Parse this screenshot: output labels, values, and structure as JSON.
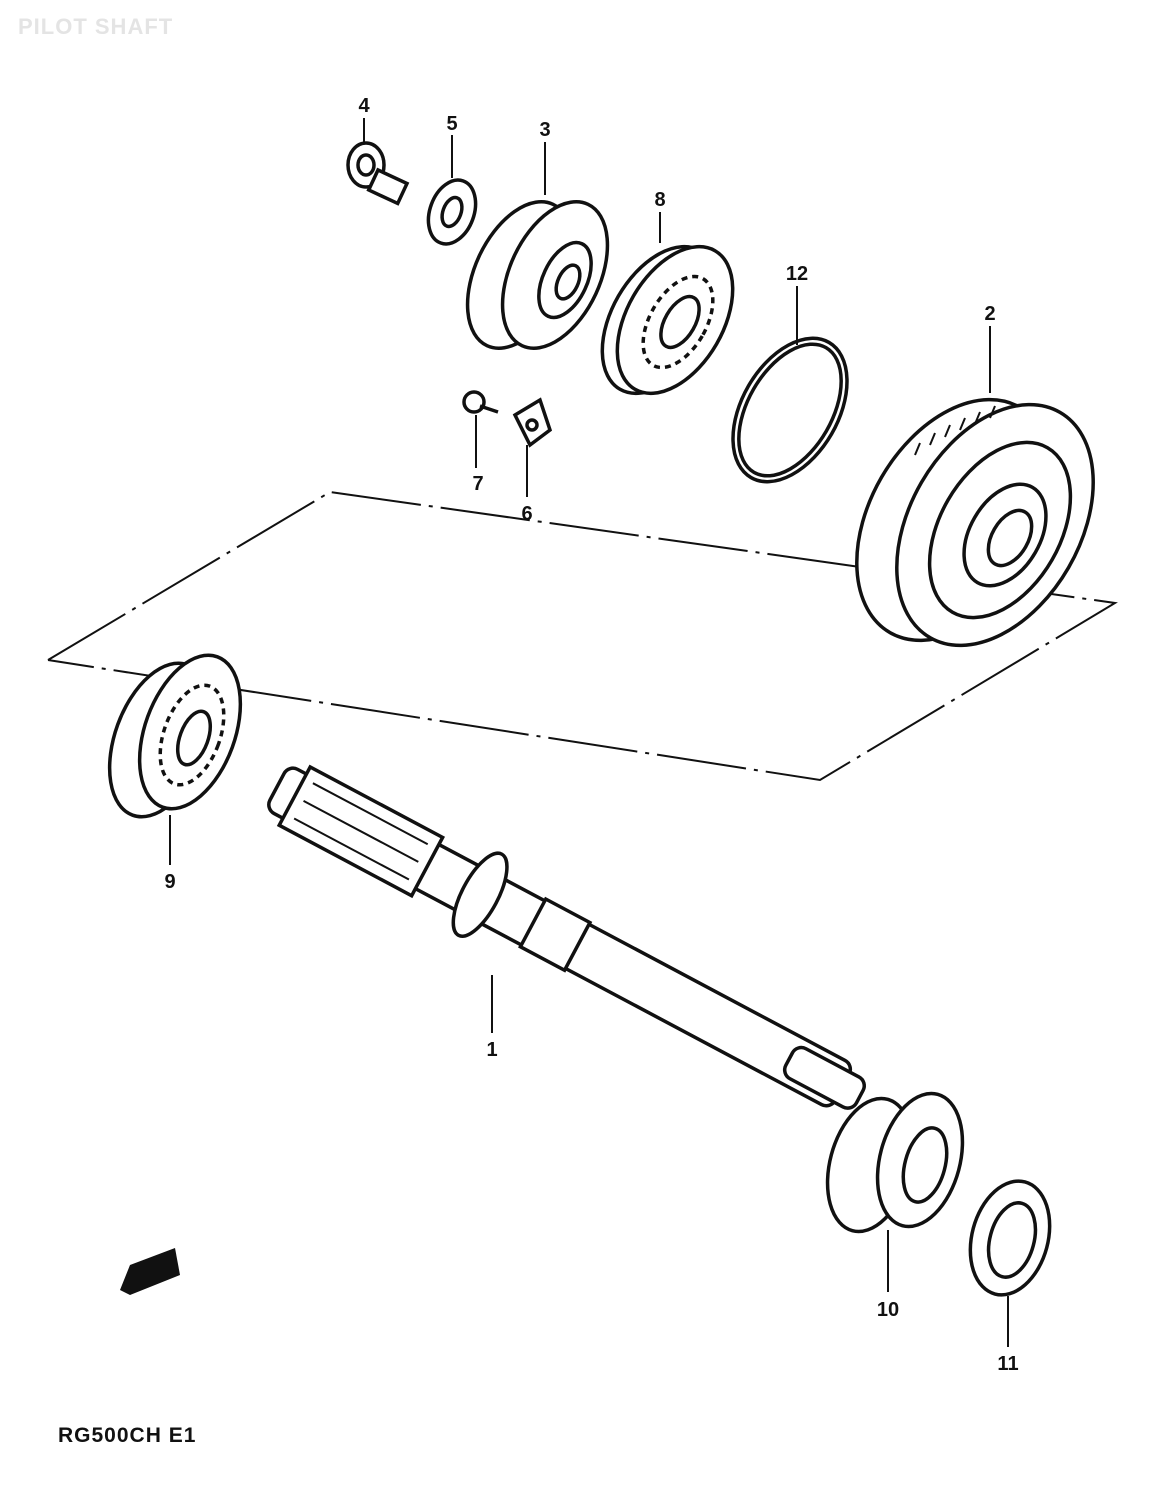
{
  "title": "PILOT SHAFT",
  "model_code": "RG500CH E1",
  "callouts": [
    "4",
    "5",
    "3",
    "8",
    "12",
    "2",
    "7",
    "6",
    "9",
    "1",
    "10",
    "11"
  ]
}
